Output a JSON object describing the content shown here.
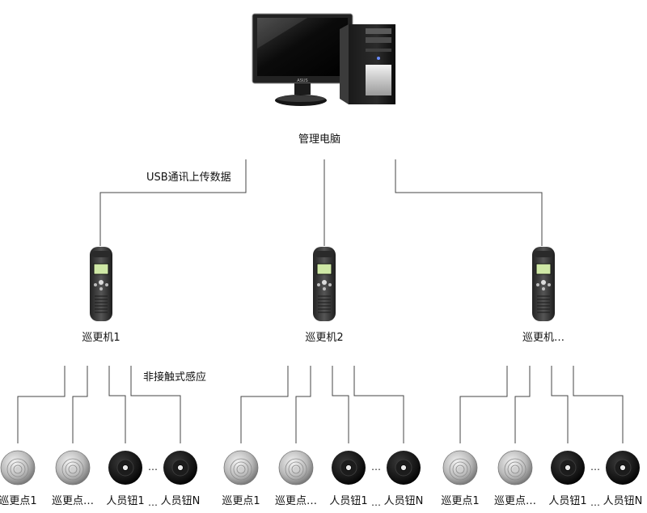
{
  "computer": {
    "label": "管理电脑"
  },
  "link": {
    "label": "USB通讯上传数据"
  },
  "sensing": {
    "label": "非接触式感应"
  },
  "devices": [
    {
      "label": "巡更机1",
      "tags": [
        {
          "kind": "checkpoint",
          "label": "巡更点1"
        },
        {
          "kind": "checkpoint",
          "label": "巡更点…"
        },
        {
          "kind": "button",
          "label": "人员钮1"
        },
        {
          "kind": "button",
          "label": "人员钮N"
        }
      ]
    },
    {
      "label": "巡更机2",
      "tags": [
        {
          "kind": "checkpoint",
          "label": "巡更点1"
        },
        {
          "kind": "checkpoint",
          "label": "巡更点…"
        },
        {
          "kind": "button",
          "label": "人员钮1"
        },
        {
          "kind": "button",
          "label": "人员钮N"
        }
      ]
    },
    {
      "label": "巡更机…",
      "tags": [
        {
          "kind": "checkpoint",
          "label": "巡更点1"
        },
        {
          "kind": "checkpoint",
          "label": "巡更点…"
        },
        {
          "kind": "button",
          "label": "人员钮1"
        },
        {
          "kind": "button",
          "label": "人员钮N"
        }
      ]
    }
  ],
  "ellipsis": "…"
}
